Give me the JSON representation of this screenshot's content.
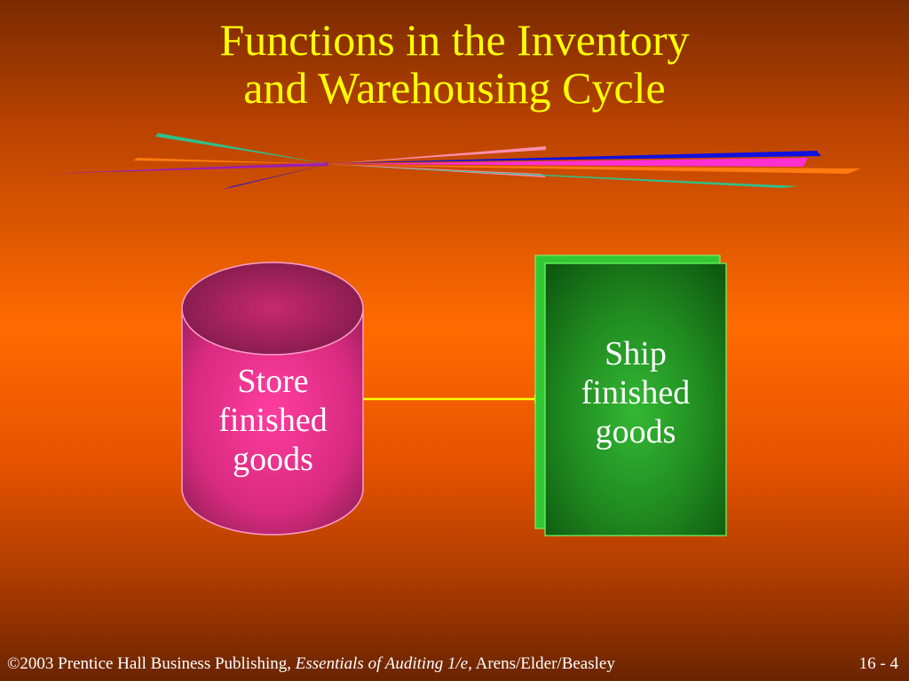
{
  "title": {
    "line1": "Functions in the Inventory",
    "line2": "and Warehousing Cycle"
  },
  "nodes": {
    "store": {
      "shape": "cylinder",
      "line1": "Store",
      "line2": "finished",
      "line3": "goods",
      "color": "#e8308a"
    },
    "ship": {
      "shape": "document-stack",
      "line1": "Ship",
      "line2": "finished",
      "line3": "goods",
      "color": "#1f8a1f"
    }
  },
  "connector": {
    "from": "store",
    "to": "ship",
    "color": "#ffff00"
  },
  "footer": {
    "publisher": "©2003 Prentice Hall Business Publishing, ",
    "book": "Essentials of Auditing 1/e,",
    "authors": " Arens/Elder/Beasley",
    "page": "16 - 4"
  },
  "colors": {
    "title": "#ffff00",
    "text": "#ffffff",
    "background": "#ff6a00"
  }
}
